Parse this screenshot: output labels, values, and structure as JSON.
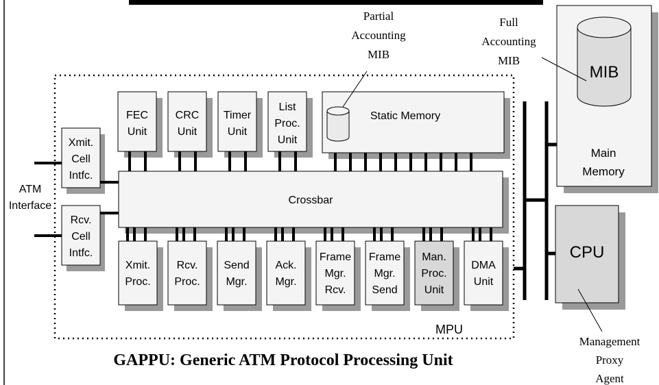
{
  "title": "GAPPU: Generic ATM Protocol Processing Unit",
  "mpu_label": "MPU",
  "atm_interface": [
    "ATM",
    "Interface"
  ],
  "crossbar": "Crossbar",
  "static_memory": "Static Memory",
  "partial_mib": [
    "Partial",
    "Accounting",
    "MIB"
  ],
  "full_mib": [
    "Full",
    "Accounting",
    "MIB"
  ],
  "mib": "MIB",
  "main_memory": [
    "Main",
    "Memory"
  ],
  "cpu": "CPU",
  "mgmt_agent": [
    "Management",
    "Proxy",
    "Agent"
  ],
  "cells": {
    "xmit": [
      "Xmit.",
      "Cell",
      "Intfc."
    ],
    "rcv": [
      "Rcv.",
      "Cell",
      "Intfc."
    ]
  },
  "top_units": {
    "fec": [
      "FEC",
      "Unit"
    ],
    "crc": [
      "CRC",
      "Unit"
    ],
    "timer": [
      "Timer",
      "Unit"
    ],
    "list": [
      "List",
      "Proc.",
      "Unit"
    ]
  },
  "bottom_units": {
    "xmit_proc": [
      "Xmit.",
      "Proc."
    ],
    "rcv_proc": [
      "Rcv.",
      "Proc."
    ],
    "send_mgr": [
      "Send",
      "Mgr."
    ],
    "ack_mgr": [
      "Ack.",
      "Mgr."
    ],
    "frame_rcv": [
      "Frame",
      "Mgr.",
      "Rcv."
    ],
    "frame_send": [
      "Frame",
      "Mgr.",
      "Send"
    ],
    "man_proc": [
      "Man.",
      "Proc.",
      "Unit"
    ],
    "dma": [
      "DMA",
      "Unit"
    ]
  },
  "colors": {
    "box_fill": "#f4f4f4",
    "shadow": "#9a9a9a",
    "highlight_fill": "#d8d8d8",
    "line": "#000000"
  }
}
